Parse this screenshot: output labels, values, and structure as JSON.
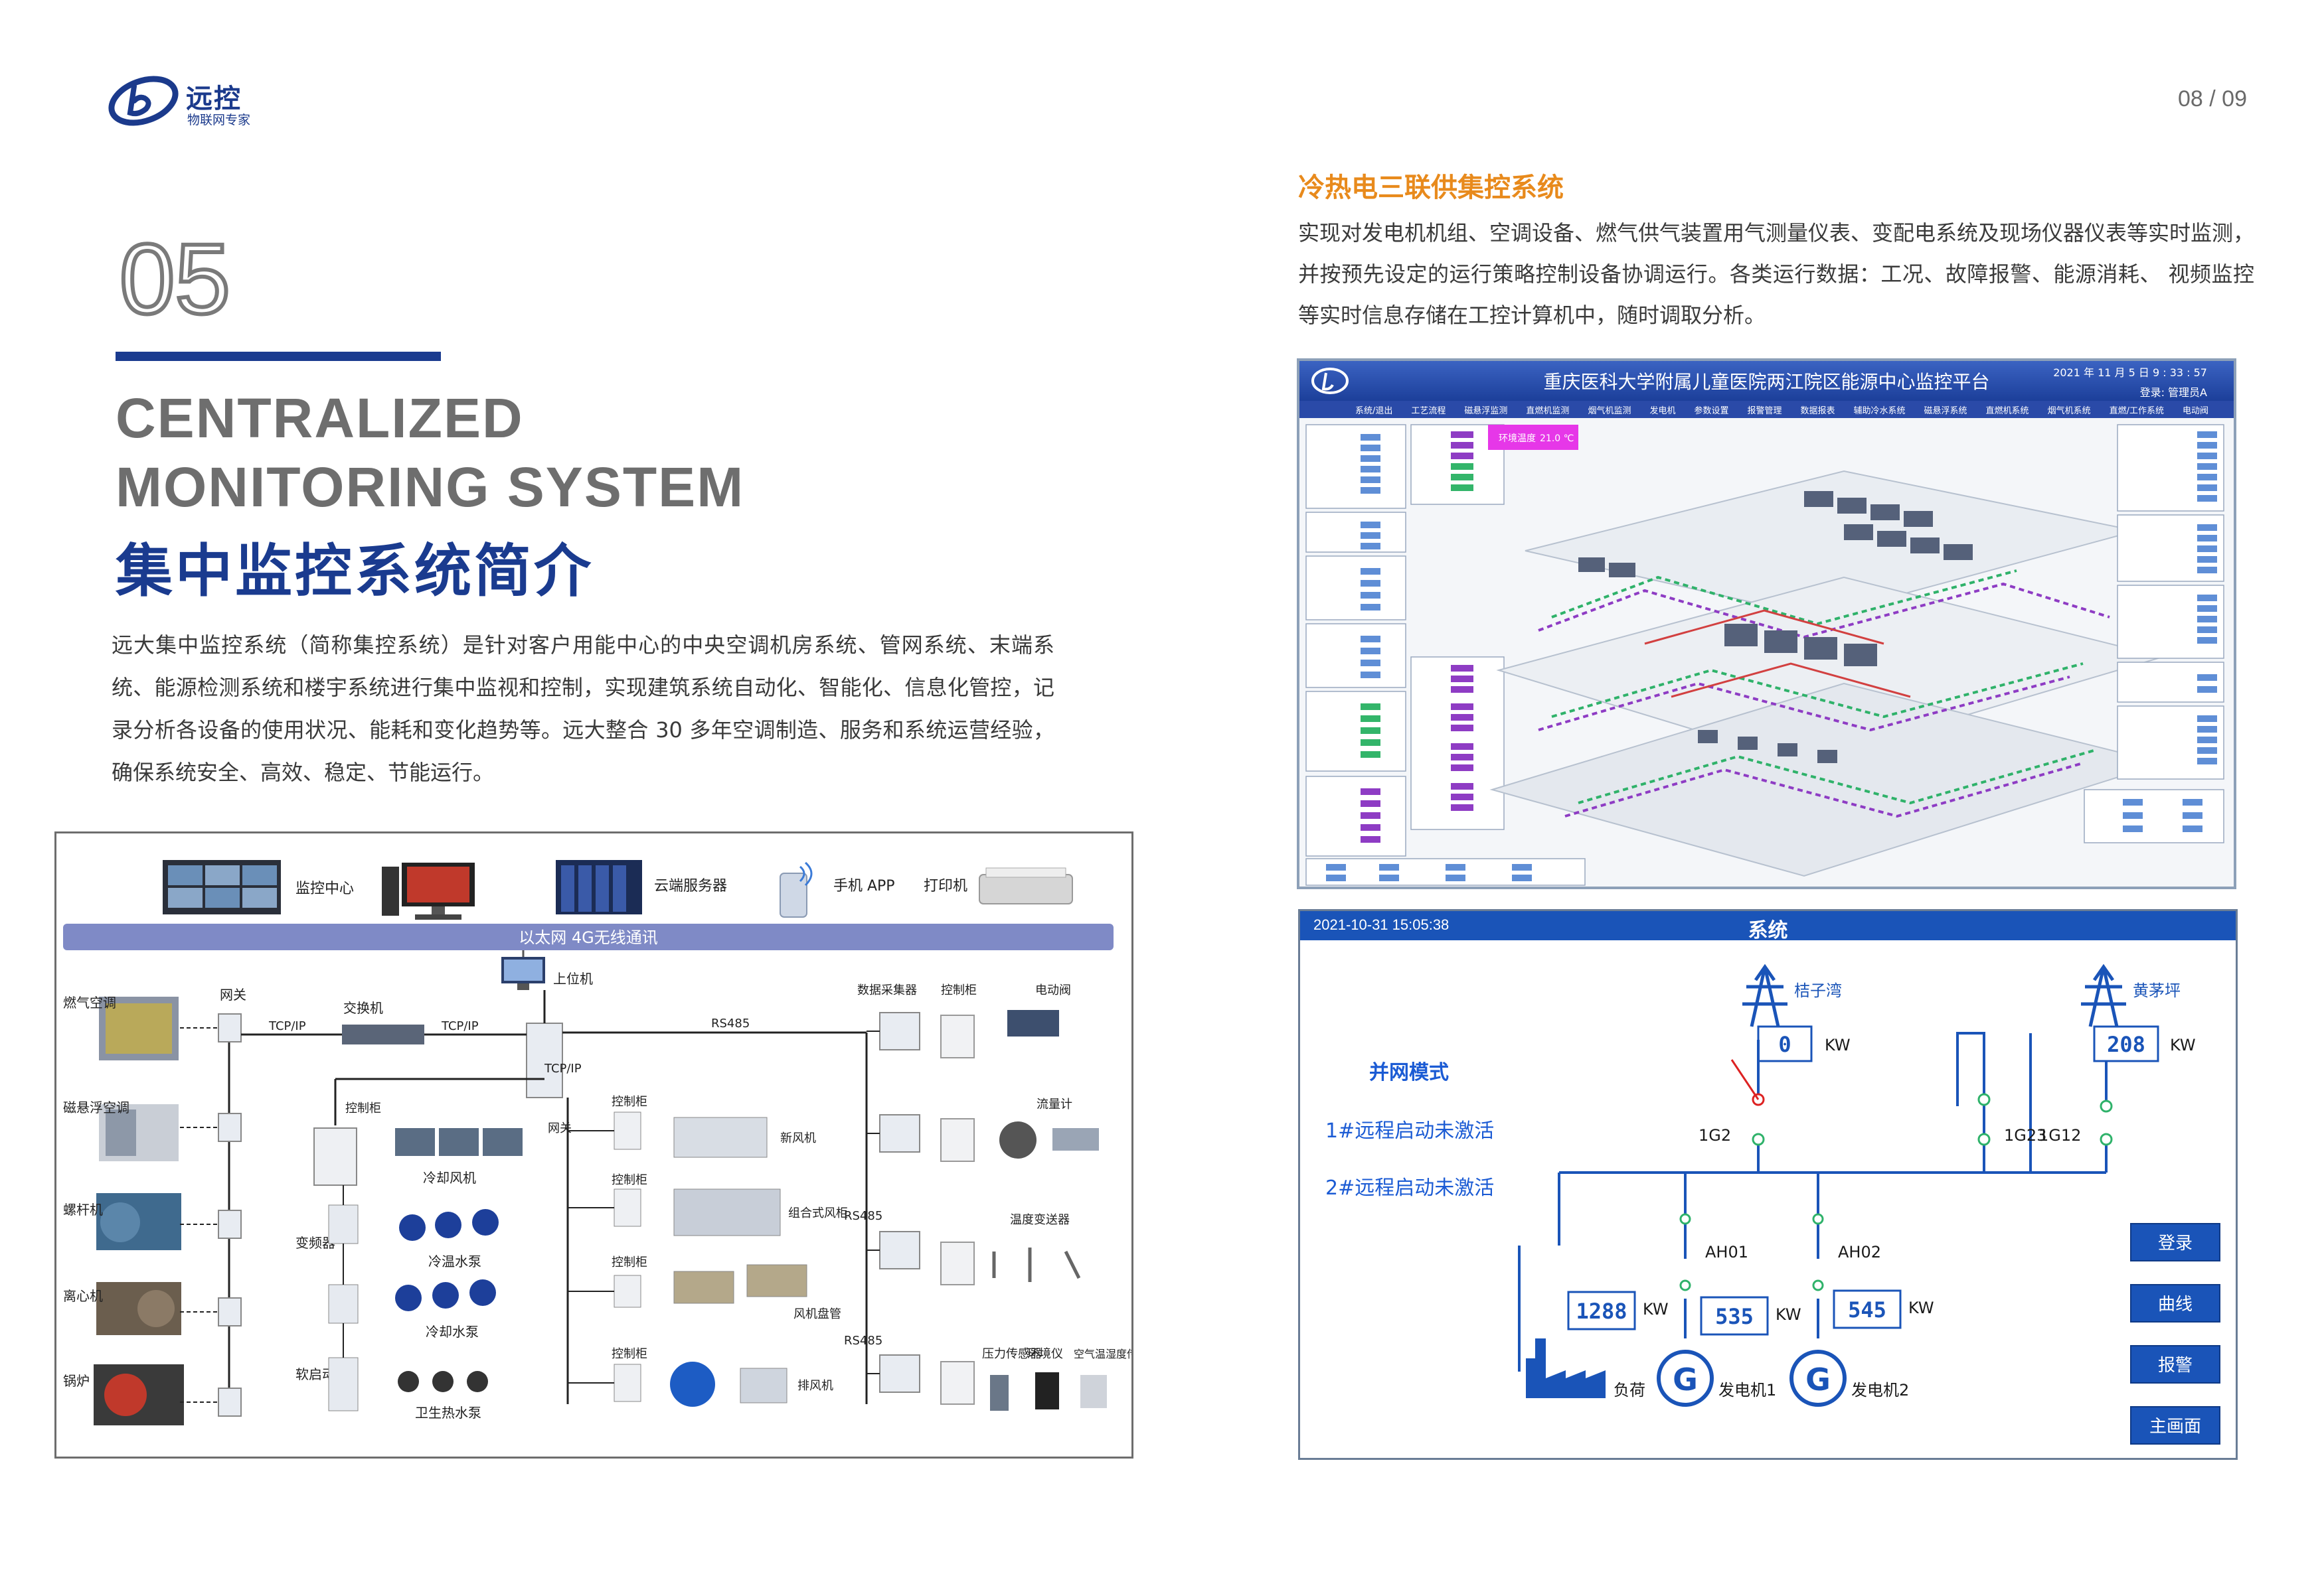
{
  "brand": {
    "name": "远控",
    "tagline": "物联网专家"
  },
  "page_number": "08 / 09",
  "section": {
    "number": "05",
    "title_en_line1": "CENTRALIZED",
    "title_en_line2": "MONITORING SYSTEM",
    "title_cn": "集中监控系统简介",
    "intro": "远大集中监控系统（简称集控系统）是针对客户用能中心的中央空调机房系统、管网系统、末端系统、能源检测系统和楼宇系统进行集中监视和控制，实现建筑系统自动化、智能化、信息化管控，记录分析各设备的使用状况、能耗和变化趋势等。远大整合 30 多年空调制造、服务和系统运营经验，确保系统安全、高效、稳定、节能运行。"
  },
  "architecture": {
    "top_labels": [
      "监控中心",
      "云端服务器",
      "手机 APP",
      "打印机"
    ],
    "network_bar": "以太网  4G无线通讯",
    "host": "上位机",
    "left_equipment": [
      "燃气空调",
      "磁悬浮空调",
      "螺杆机",
      "离心机",
      "锅炉"
    ],
    "gateway": "网关",
    "switch": "交换机",
    "proto_tcp1": "TCP/IP",
    "proto_tcp2": "TCP/IP",
    "proto_tcp3": "TCP/IP",
    "proto_rs485_1": "RS485",
    "proto_rs485_2": "RS485",
    "proto_rs485_3": "RS485",
    "control_cabinet": "控制柜",
    "cooling_fan": "冷却风机",
    "vfd": "变频器",
    "chilled_pump": "冷温水泵",
    "cooling_pump": "冷却水泵",
    "soft_starter": "软启动器",
    "hot_water_pump": "卫生热水泵",
    "gateway2": "网关",
    "new_air": "新风机",
    "ahu": "组合式风柜",
    "fcu": "风机盘管",
    "exhaust": "排风机",
    "data_collector": "数据采集器",
    "cabinet2": "控制柜",
    "valve": "电动阀",
    "flowmeter": "流量计",
    "temp_tx": "温度变送器",
    "pressure": "压力传感器",
    "env": "环境仪",
    "air_sensor": "空气温湿度传感器"
  },
  "right": {
    "heading": "冷热电三联供集控系统",
    "desc": "实现对发电机机组、空调设备、燃气供气装置用气测量仪表、变配电系统及现场仪器仪表等实时监测，并按预先设定的运行策略控制设备协调运行。各类运行数据：工况、故障报警、能源消耗、 视频监控等实时信息存储在工控计算机中，随时调取分析。"
  },
  "screen1": {
    "title": "重庆医科大学附属儿童医院两江院区能源中心监控平台",
    "datetime": "2021 年 11 月 5 日    9 : 33 : 57",
    "user": "登录: 管理员A",
    "menu": [
      "系统/退出",
      "工艺流程",
      "磁悬浮监测",
      "直燃机监测",
      "烟气机监测",
      "发电机",
      "参数设置",
      "报警管理",
      "数据报表",
      "辅助冷水系统",
      "磁悬浮系统",
      "直燃机系统",
      "烟气机系统",
      "直燃/工作系统",
      "电动阀"
    ],
    "ambient_label": "环境温度",
    "ambient_value": "21.0 ℃"
  },
  "screen2": {
    "datetime": "2021-10-31 15:05:38",
    "title": "系统",
    "source1": "桔子湾",
    "source1_value": "0",
    "source2": "黄茅坪",
    "source2_value": "208",
    "unit": "KW",
    "mode": "并网模式",
    "status1": "1#远程启动未激活",
    "status2": "2#远程启动未激活",
    "switch1": "1G2",
    "switch2": "1G12",
    "switch3": "1G23",
    "feeder1": "AH01",
    "feeder2": "AH02",
    "load_value": "1288",
    "gen1_value": "535",
    "gen2_value": "545",
    "load_label": "负荷",
    "gen1_label": "发电机1",
    "gen2_label": "发电机2",
    "gen_symbol": "G",
    "buttons": [
      "登录",
      "曲线",
      "报警",
      "主画面"
    ]
  },
  "colors": {
    "brand_blue": "#1a3b8f",
    "accent_orange": "#e88a1c",
    "scada_blue": "#1a54b8"
  }
}
